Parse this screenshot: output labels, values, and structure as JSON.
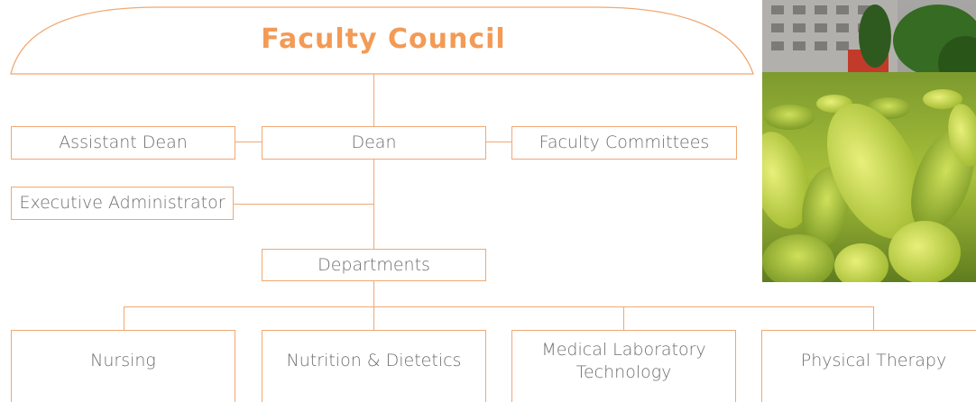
{
  "council": {
    "title": "Faculty Council"
  },
  "nodes": {
    "assistant_dean": "Assistant Dean",
    "dean": "Dean",
    "faculty_committees": "Faculty Committees",
    "executive_administrator": "Executive Administrator",
    "departments": "Departments"
  },
  "departments": [
    {
      "label": "Nursing"
    },
    {
      "label": "Nutrition & Dietetics"
    },
    {
      "label": "Medical Laboratory\nTechnology"
    },
    {
      "label": "Physical Therapy"
    }
  ],
  "colors": {
    "accent": "#f0a873",
    "title": "#f39a55",
    "text": "#6e6e6e"
  },
  "photo": {
    "subject": "green-leaves-campus-photo"
  }
}
